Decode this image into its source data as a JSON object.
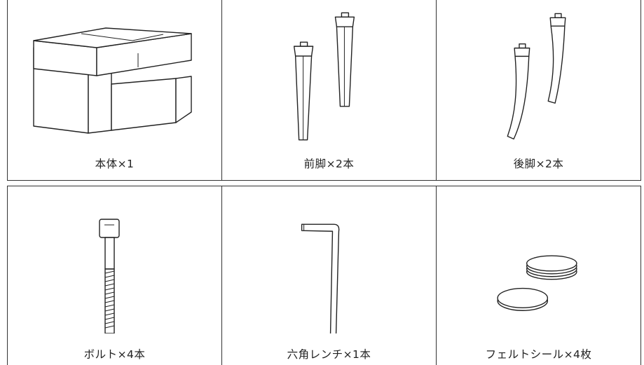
{
  "parts": [
    {
      "label": "本体×1",
      "icon": "desk-body-icon"
    },
    {
      "label": "前脚×2本",
      "icon": "front-legs-icon"
    },
    {
      "label": "後脚×2本",
      "icon": "back-legs-icon"
    },
    {
      "label": "ボルト×4本",
      "icon": "bolt-icon"
    },
    {
      "label": "六角レンチ×1本",
      "icon": "hex-wrench-icon"
    },
    {
      "label": "フェルトシール×4枚",
      "icon": "felt-pad-icon"
    }
  ]
}
